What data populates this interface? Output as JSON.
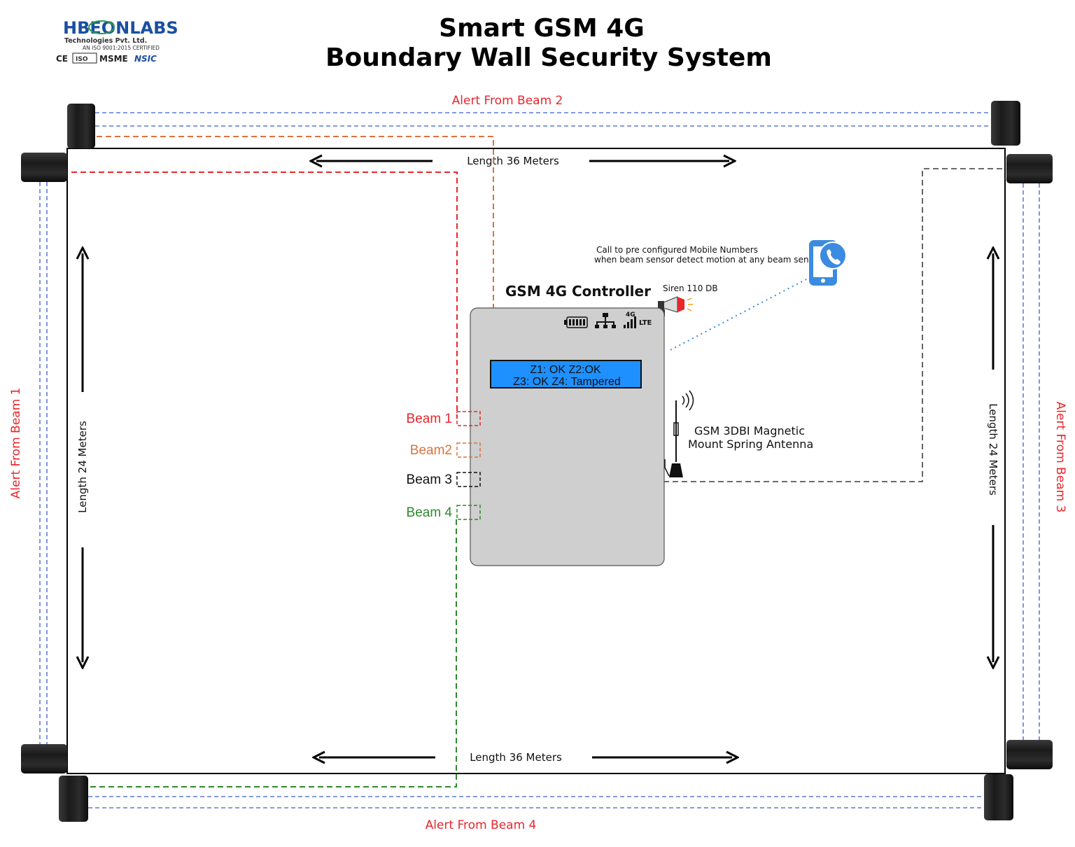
{
  "title": {
    "line1": "Smart GSM 4G",
    "line2": "Boundary Wall  Security System"
  },
  "logo": {
    "name": "HBEONLABS",
    "subtitle": "Technologies Pvt. Ltd.",
    "certification": "AN ISO 9001:2015 CERTIFIED",
    "badges": [
      "CE",
      "ISO",
      "MSME",
      "NSIC"
    ]
  },
  "alerts": {
    "beam1": "Alert From  Beam 1",
    "beam2": "Alert From  Beam 2",
    "beam3": "Alert From  Beam 3",
    "beam4": "Alert From  Beam 4"
  },
  "dimensions": {
    "top": "Length 36 Meters",
    "bottom": "Length 36 Meters",
    "left": "Length 24 Meters",
    "right": "Length 24 Meters"
  },
  "call_note": {
    "line1": "Call to pre configured Mobile Numbers",
    "line2": "when beam sensor detect motion at any beam sensor"
  },
  "siren_label": "Siren 110 DB",
  "controller": {
    "title": "GSM 4G Controller",
    "lcd_line1": "Z1: OK  Z2:OK",
    "lcd_line2": "Z3: OK  Z4: Tampered",
    "network_label": "4G",
    "lte_label": "LTE"
  },
  "beams": [
    {
      "label": "Beam 1",
      "color": "#e8262c"
    },
    {
      "label": "Beam2",
      "color": "#d9733f"
    },
    {
      "label": "Beam 3",
      "color": "#111111"
    },
    {
      "label": "Beam 4",
      "color": "#2e8a2e"
    }
  ],
  "antenna": {
    "line1": "GSM 3DBI Magnetic",
    "line2": "Mount Spring Antenna"
  },
  "colors": {
    "alert": "#e8262c",
    "beam_link": "#3a5fcd",
    "lcd": "#1e90ff",
    "controller_body": "#cfcfcf"
  },
  "icons": [
    "sensor-icon",
    "phone-call-icon",
    "siren-icon",
    "battery-icon",
    "network-icon",
    "signal-icon",
    "antenna-icon"
  ]
}
